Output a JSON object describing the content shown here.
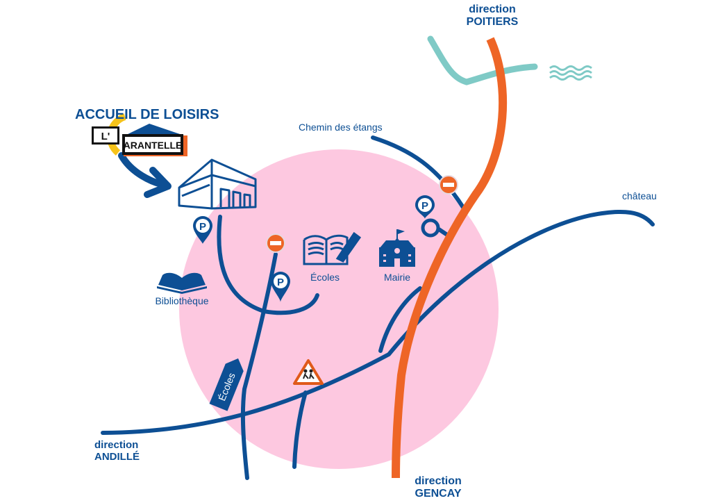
{
  "title": "ACCUEIL DE LOISIRS",
  "logo": {
    "prefix": "L'",
    "name": "ARANTELLE"
  },
  "colors": {
    "road_blue": "#0d4f94",
    "main_road_orange": "#ee6526",
    "river_teal": "#7fcac6",
    "zone_pink": "#fdc8e0",
    "logo_yellow": "#f6c31a"
  },
  "directions": {
    "poitiers": {
      "line1": "direction",
      "line2": "POITIERS"
    },
    "gencay": {
      "line1": "direction",
      "line2": "GENCAY"
    },
    "andille": {
      "line1": "direction",
      "line2": "ANDILLÉ"
    }
  },
  "roads": {
    "chemin": "Chemin des étangs",
    "chateau": "château"
  },
  "places": {
    "ecoles": "Écoles",
    "mairie": "Mairie",
    "bibliotheque": "Bibliothèque",
    "ecoles_sign": "Écoles"
  },
  "icons": {
    "parking": "P",
    "parking_icon": "parking-pin-icon",
    "no_entry_icon": "no-entry-icon",
    "school_crossing_icon": "school-crossing-icon",
    "waves_icon": "water-waves-icon",
    "building_icon": "leisure-center-building-icon",
    "book_pen_icon": "book-pen-icon",
    "town_hall_icon": "town-hall-icon",
    "library_icon": "open-book-icon"
  }
}
